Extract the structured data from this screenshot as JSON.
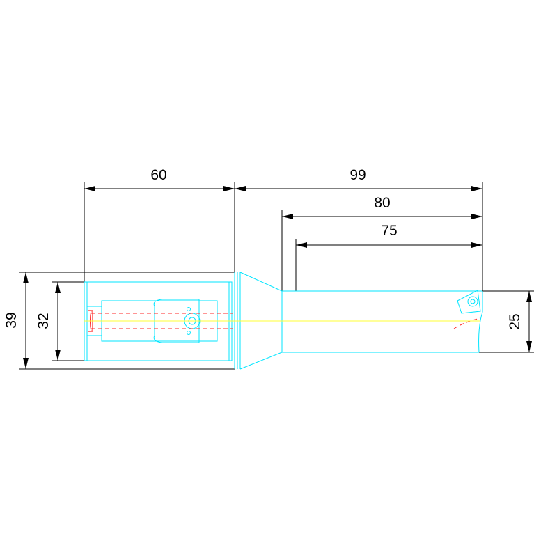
{
  "drawing": {
    "dimensions": {
      "holder_length": "60",
      "overall_length": "99",
      "shank_length_80": "80",
      "shank_length_75": "75",
      "flange_diameter": "39",
      "body_diameter": "32",
      "bar_diameter": "25"
    },
    "colors": {
      "background": "#ffffff",
      "dimension": "#000000",
      "part_outline": "#00e5ff",
      "centerline": "#ffff33",
      "hidden_line": "#ff2a2a"
    }
  }
}
